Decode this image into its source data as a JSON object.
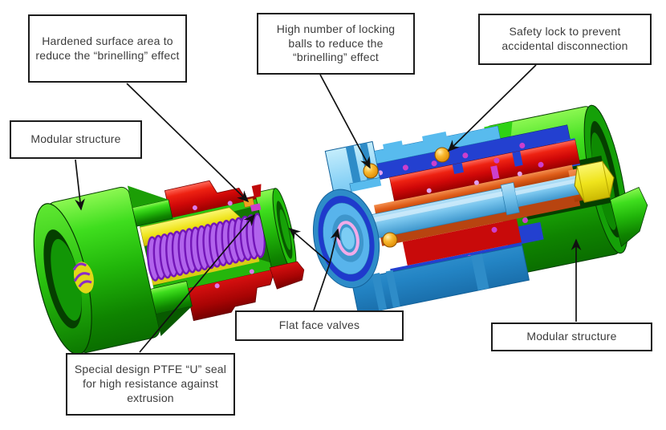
{
  "callouts": {
    "hardened_surface": "Hardened surface area to reduce the “brinelling” effect",
    "locking_balls": "High number of locking balls to reduce the “brinelling” effect",
    "safety_lock": "Safety lock to prevent accidental disconnection",
    "modular_structure_left": "Modular structure",
    "flat_face_valves": "Flat face valves",
    "modular_structure_right": "Modular structure",
    "ptfe_seal": "Special design PTFE “U” seal for high resistance against extrusion"
  },
  "colors": {
    "body_green": "#21B60A",
    "sleeve_red": "#D00808",
    "poppet_yellow": "#EFE41C",
    "spring_purple": "#B163EC",
    "sleeve_cyan": "#4FAEE4",
    "ring_blue": "#2340D0",
    "valve_copper": "#DE5C18",
    "locking_ball_orange": "#FAB92F",
    "seal_magenta": "#CC3FCC",
    "seal_pink": "#F2AAE8",
    "outline": "#1C1C1C"
  }
}
